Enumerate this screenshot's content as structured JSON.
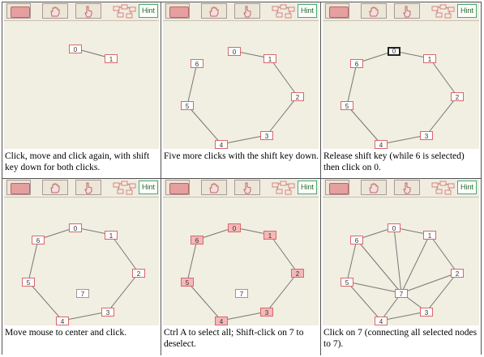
{
  "toolbar": {
    "hint_label": "Hint",
    "folder_icon": "folder-icon",
    "hand_icon": "hand-icon",
    "pointer_icon": "pointer-icon",
    "tree_icon": "tree-icon"
  },
  "colors": {
    "node_border": "#d8686c",
    "node_selected_fill": "#f4b8b8",
    "canvas_bg": "#f1eee2",
    "edge": "#777777"
  },
  "panels": [
    {
      "caption": "Click, move and click again, with shift key down for both clicks.",
      "nodes": [
        {
          "label": "0",
          "state": "normal"
        },
        {
          "label": "1",
          "state": "normal"
        }
      ]
    },
    {
      "caption": "Five more clicks with the shift key down.",
      "nodes": [
        {
          "label": "0",
          "state": "normal"
        },
        {
          "label": "1",
          "state": "normal"
        },
        {
          "label": "2",
          "state": "normal"
        },
        {
          "label": "3",
          "state": "normal"
        },
        {
          "label": "4",
          "state": "normal"
        },
        {
          "label": "5",
          "state": "normal"
        },
        {
          "label": "6",
          "state": "normal"
        }
      ]
    },
    {
      "caption": "Release shift key (while 6 is selected) then click on 0.",
      "nodes": [
        {
          "label": "0",
          "state": "highlighted"
        },
        {
          "label": "1",
          "state": "normal"
        },
        {
          "label": "2",
          "state": "normal"
        },
        {
          "label": "3",
          "state": "normal"
        },
        {
          "label": "4",
          "state": "normal"
        },
        {
          "label": "5",
          "state": "normal"
        },
        {
          "label": "6",
          "state": "normal"
        }
      ]
    },
    {
      "caption": "Move mouse to center and click.",
      "nodes": [
        {
          "label": "0",
          "state": "normal"
        },
        {
          "label": "1",
          "state": "normal"
        },
        {
          "label": "2",
          "state": "normal"
        },
        {
          "label": "3",
          "state": "normal"
        },
        {
          "label": "4",
          "state": "normal"
        },
        {
          "label": "5",
          "state": "normal"
        },
        {
          "label": "6",
          "state": "normal"
        },
        {
          "label": "7",
          "state": "unselected"
        }
      ]
    },
    {
      "caption": "Ctrl A to select all; Shift-click on 7 to deselect.",
      "nodes": [
        {
          "label": "0",
          "state": "selected"
        },
        {
          "label": "1",
          "state": "selected"
        },
        {
          "label": "2",
          "state": "selected"
        },
        {
          "label": "3",
          "state": "selected"
        },
        {
          "label": "4",
          "state": "selected"
        },
        {
          "label": "5",
          "state": "selected"
        },
        {
          "label": "6",
          "state": "selected"
        },
        {
          "label": "7",
          "state": "unselected"
        }
      ]
    },
    {
      "caption": "Click on 7 (connecting all selected nodes to 7).",
      "nodes": [
        {
          "label": "0",
          "state": "normal"
        },
        {
          "label": "1",
          "state": "normal"
        },
        {
          "label": "2",
          "state": "normal"
        },
        {
          "label": "3",
          "state": "normal"
        },
        {
          "label": "4",
          "state": "normal"
        },
        {
          "label": "5",
          "state": "normal"
        },
        {
          "label": "6",
          "state": "normal"
        },
        {
          "label": "7",
          "state": "normal"
        }
      ]
    }
  ]
}
